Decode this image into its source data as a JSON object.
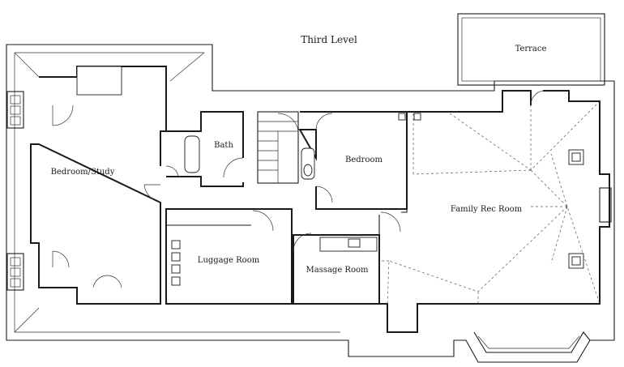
{
  "plan": {
    "title": "Third Level",
    "rooms": {
      "terrace": "Terrace",
      "bath": "Bath",
      "bedroom": "Bedroom",
      "bedroom_study": "Bedroom/Study",
      "family_rec_room": "Family Rec Room",
      "luggage_room": "Luggage Room",
      "massage_room": "Massage Room"
    }
  }
}
